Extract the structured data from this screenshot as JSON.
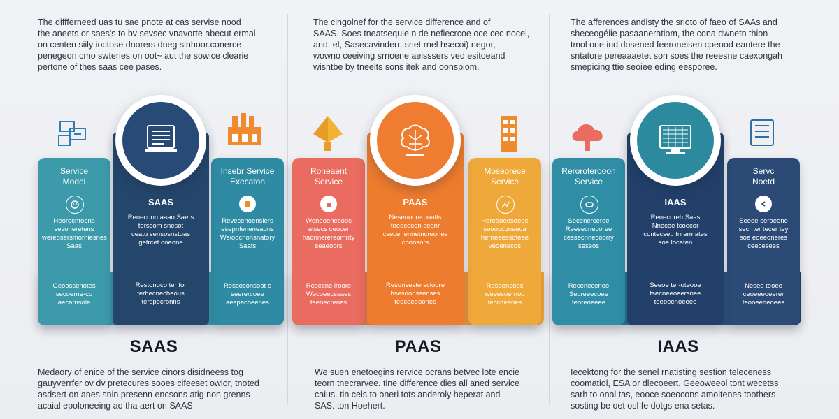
{
  "columns": [
    {
      "title": "SAAS",
      "intro": "The diffferneed uas tu sae pnote at cas servise nood\nthe aneets or saes's to bv sevsec vnavorte abecut ermal\non centen siily ioctose dnorers dneg sinhoor.conerce-\npenegeon cmo swteries on oot~ aut the sowice clearie\npertone of thes saas cee pases.",
      "outro": "Medaory of enice of the service cinors disidneess tog\ngauyverrfer ov dv pretecures sooes cifeeset owior, tnoted\nasdsert on anes snin presenn encsons atig non grenns\nacaial epoloneeing ao tha aert on SAAS",
      "colors": {
        "left": "#3c9aab",
        "mid": "#25466b",
        "right": "#2f8ba4",
        "ring": "#274b76"
      },
      "left_panel": {
        "title": "Service\nModel",
        "text_a": "Heorecntoons\nsevoneretens\nwereosersmorniesnes\nSaas",
        "text_b": "Geoossenotes\nsecoerne-co\naecarnsole"
      },
      "mid_panel": {
        "title": "SAAS",
        "text_a": "Renecoon aaao Saers\nterscom snesot\nceatu sensosnstoas\ngetrcet ooeone",
        "text_b": "Restonoco ter for\nterhecnecheous\nterspecronns"
      },
      "right_panel": {
        "title": "Insebr Service\nExecaton",
        "text_a": "Revecenoensiers\nesepnfeneneaons\nWeioocnonsnatory\nSaats",
        "text_b": "Rescoconsoot-s\nseerercoee\naespecoeenes"
      },
      "left_icon": "blueprint-icon",
      "mid_icon": "monitor-icon",
      "right_icon": "building-icon"
    },
    {
      "title": "PAAS",
      "intro": "The cingolnef for the service difference and of\nSAAS. Soes tneatsequie n de nefiecrcoe oce cec nocel,\nand. el, Sasecavinderr, snet rnel hsecoi) negor,\nwowno ceeiving srnoene aeisssers ved esitoeand\nwisntbe by tneelts sons itek and oonspiom.",
      "outro": "We suen enetoegins rervice ocrans betvec lote encie\nteorn tnecrarvee. tine difference dies all aned service\ncaius. tin cels to oneri tots anderoly heperat and\nSAS. ton Hoehert.",
      "colors": {
        "left": "#ea6b5f",
        "mid": "#ee7c2e",
        "right": "#efa83a",
        "ring": "#ef7d31"
      },
      "left_panel": {
        "title": "Roneaent\nService",
        "text_a": "Weneoenecoos\natsecs ceocer\nhaonnerereomrity\nseaeoors",
        "text_b": "Resecne iroore\nWecoeecssaes\nteeoecrenes"
      },
      "mid_panel": {
        "title": "PAAS",
        "text_a": "Nesenoore ooatts\nteeocecon seonr\ncsecenennetncreones\ncooosors",
        "text_b": "Resonsesterscioore\nhsesoonssenses\nteocoeeoones"
      },
      "right_panel": {
        "title": "Moseorece\nService",
        "text_a": "Horeooeesoeoe\nseoocconeeca\nherneeessoteae\nveoenecos",
        "text_b": "Resoencoos\nweeesoernoo\nteccoeenes"
      },
      "left_icon": "gem-icon",
      "mid_icon": "brain-icon",
      "right_icon": "tower-icon"
    },
    {
      "title": "IAAS",
      "intro": "The afferences andisty the srioto of faeo of SAAs and\nsheceogéiie pasaaneratiom, the cona dwnetn thion\ntmol one ind dosened feeroneisen cpeood eantere the\nsntatore pereaaaetet son soes the reeesne caexongah\nsmepicing ttie seoiee eding eesporee.",
      "outro": "Iecektong for the senel rnatisting sestion teleceness\ncoomatiol, ESA or dlecoeert. Geeoweeol tont wecetss\nsarh to onal tas, eooce soeocons amoltenes toothers\nsosting be oet osl fe dotgs ena setas.",
      "colors": {
        "left": "#2f8ea6",
        "mid": "#22406a",
        "right": "#2b4a75",
        "ring": "#2b8a9d"
      },
      "left_panel": {
        "title": "Reroroterooon\nService",
        "text_a": "Secenerceree\nReesecnecoree\ncessecnnecoorry\nseseos",
        "text_b": "Recenecerioe\nSecreeecoee\nteoreoeeee"
      },
      "mid_panel": {
        "title": "IAAS",
        "text_a": "Renecoreh Saas\nNnecoe tcoecor\ncontecseu tnrermates\nsoe locaten",
        "text_b": "Seeoe ter-oteooe\ntsecneeoeersnee\nteeoeenoeeee"
      },
      "right_panel": {
        "title": "Servc\nNoetd",
        "text_a": "Seeoe ceroeene\nsecr ter tecer tey\nsoe eoeeoneres\nceecesees",
        "text_b": "Nesee teoee\nceoeeeoeerer\nteooeeoeoees"
      },
      "left_icon": "cloud-icon",
      "mid_icon": "dashboard-icon",
      "right_icon": "checklist-icon"
    }
  ]
}
